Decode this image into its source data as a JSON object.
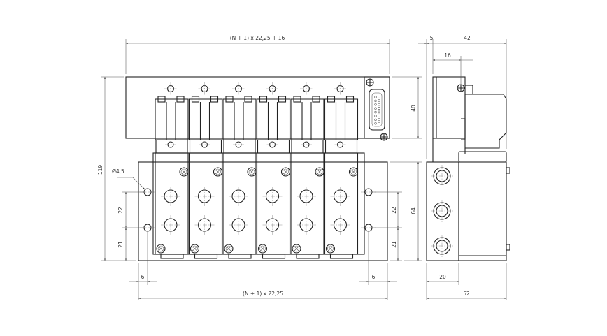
{
  "drawing": {
    "front_view": {
      "dim_top_width": "(N + 1) x 22,25 + 16",
      "dim_bottom_width": "(N + 1) x 22,25",
      "dim_total_height": "119",
      "dim_hole_dia": "Ø4,5",
      "dim_hole_spacing_left": "22",
      "dim_hole_bottom_left": "21",
      "dim_hole_spacing_right": "22",
      "dim_hole_bottom_right": "21",
      "dim_edge_left": "6",
      "dim_edge_right": "6",
      "dim_connector_height": "40",
      "dim_base_height": "64"
    },
    "side_view": {
      "dim_offset": "5",
      "dim_width": "42",
      "dim_inner": "16",
      "dim_bottom_small": "20",
      "dim_bottom_total": "52"
    },
    "valve_count": 6
  }
}
